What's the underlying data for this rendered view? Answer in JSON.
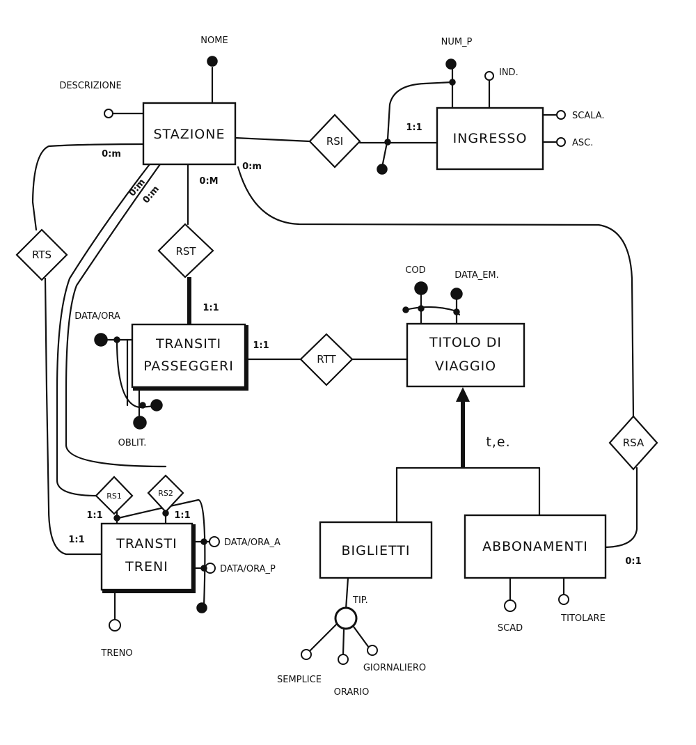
{
  "entities": {
    "stazione": "STAZIONE",
    "ingresso": "INGRESSO",
    "transiti_passeggeri_1": "TRANSITI",
    "transiti_passeggeri_2": "PASSEGGERI",
    "titolo_1": "TITOLO DI",
    "titolo_2": "VIAGGIO",
    "transiti_treni_1": "TRANSTI",
    "transiti_treni_2": "TRENI",
    "biglietti": "BIGLIETTI",
    "abbonamenti": "ABBONAMENTI"
  },
  "relationships": {
    "rsi_top": "RSI",
    "rts": "RTS",
    "rst": "RST",
    "rtt": "RTT",
    "rsa": "RSA",
    "rs1": "RS1",
    "rs2": "RS2"
  },
  "attributes": {
    "nome": "NOME",
    "descrizione": "DESCRIZIONE",
    "num_p": "NUM_P",
    "ind": "IND.",
    "scala": "SCALA.",
    "asc": "ASC.",
    "cod": "COD",
    "data_em": "DATA_EM.",
    "data_ora": "DATA/ORA",
    "oblit": "OBLIT.",
    "data_ora_a": "DATA/ORA_A",
    "data_ora_p": "DATA/ORA_P",
    "treno": "TRENO",
    "tip": "TIP.",
    "semplice": "SEMPLICE",
    "orario": "ORARIO",
    "giornaliero": "GIORNALIERO",
    "scad": "SCAD",
    "titolare": "TITOLARE"
  },
  "cardinalities": {
    "stazione_rts": "0:m",
    "stazione_rs1": "0:m",
    "stazione_rs2": "0:m",
    "stazione_rst": "0:M",
    "stazione_rsa": "0:m",
    "ingresso_rsi": "1:1",
    "transiti_rst": "1:1",
    "transiti_rtt": "1:1",
    "treni_rs1": "1:1",
    "treni_rs2": "1:1",
    "treni_rts": "1:1",
    "abbonamenti_rsa": "0:1"
  },
  "generalization": "t,e."
}
